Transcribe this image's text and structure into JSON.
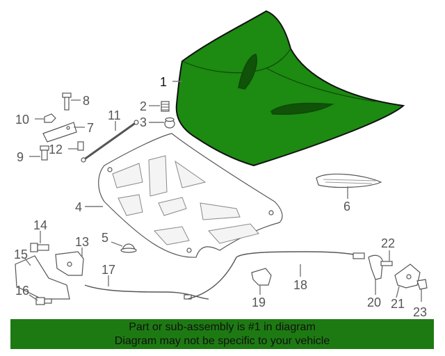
{
  "colors": {
    "highlight_part": "#1d8a12",
    "banner_background": "#1d7a12",
    "line": "#555555"
  },
  "callouts": {
    "c1": "1",
    "c2": "2",
    "c3": "3",
    "c4": "4",
    "c5": "5",
    "c6": "6",
    "c7": "7",
    "c8": "8",
    "c9": "9",
    "c10": "10",
    "c11": "11",
    "c12": "12",
    "c13": "13",
    "c14": "14",
    "c15": "15",
    "c16": "16",
    "c17": "17",
    "c18": "18",
    "c19": "19",
    "c20": "20",
    "c21": "21",
    "c22": "22",
    "c23": "23"
  },
  "banner": {
    "line1": "Part or sub-assembly is #1 in diagram",
    "line2": "Diagram may not be specific to your vehicle"
  }
}
